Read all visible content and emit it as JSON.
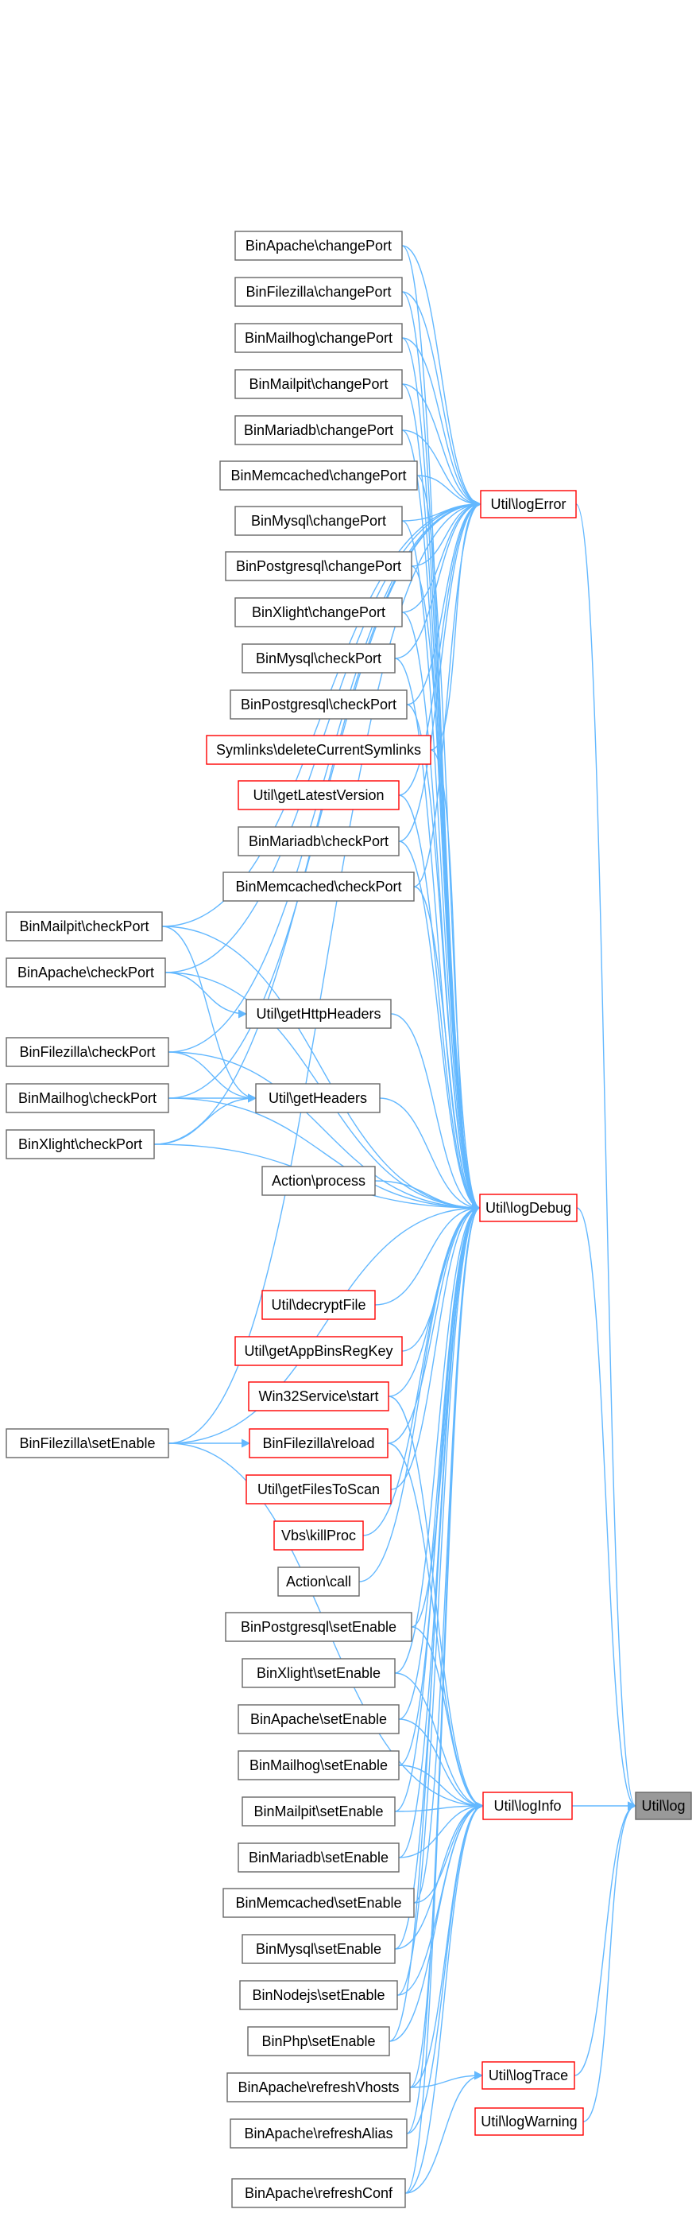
{
  "colors": {
    "edge": "#63b8ff",
    "node_border_normal": "#666666",
    "node_border_highlight": "#ff0000",
    "node_fill": "#ffffff",
    "target_fill": "#999999"
  },
  "nodes": [
    {
      "id": "n_apache_changeport",
      "label": "BinApache\\changePort",
      "style": "normal"
    },
    {
      "id": "n_filezilla_changeport",
      "label": "BinFilezilla\\changePort",
      "style": "normal"
    },
    {
      "id": "n_mailhog_changeport",
      "label": "BinMailhog\\changePort",
      "style": "normal"
    },
    {
      "id": "n_mailpit_changeport",
      "label": "BinMailpit\\changePort",
      "style": "normal"
    },
    {
      "id": "n_mariadb_changeport",
      "label": "BinMariadb\\changePort",
      "style": "normal"
    },
    {
      "id": "n_memcached_changeport",
      "label": "BinMemcached\\changePort",
      "style": "normal"
    },
    {
      "id": "n_mysql_changeport",
      "label": "BinMysql\\changePort",
      "style": "normal"
    },
    {
      "id": "n_postgresql_changeport",
      "label": "BinPostgresql\\changePort",
      "style": "normal"
    },
    {
      "id": "n_xlight_changeport",
      "label": "BinXlight\\changePort",
      "style": "normal"
    },
    {
      "id": "n_mysql_checkport",
      "label": "BinMysql\\checkPort",
      "style": "normal"
    },
    {
      "id": "n_postgresql_checkport",
      "label": "BinPostgresql\\checkPort",
      "style": "normal"
    },
    {
      "id": "n_symlinks_delete",
      "label": "Symlinks\\deleteCurrentSymlinks",
      "style": "highlight"
    },
    {
      "id": "n_util_getlatestversion",
      "label": "Util\\getLatestVersion",
      "style": "highlight"
    },
    {
      "id": "n_mariadb_checkport",
      "label": "BinMariadb\\checkPort",
      "style": "normal"
    },
    {
      "id": "n_memcached_checkport",
      "label": "BinMemcached\\checkPort",
      "style": "normal"
    },
    {
      "id": "n_mailpit_checkport",
      "label": "BinMailpit\\checkPort",
      "style": "normal"
    },
    {
      "id": "n_apache_checkport",
      "label": "BinApache\\checkPort",
      "style": "normal"
    },
    {
      "id": "n_util_gethttpheaders",
      "label": "Util\\getHttpHeaders",
      "style": "normal"
    },
    {
      "id": "n_filezilla_checkport",
      "label": "BinFilezilla\\checkPort",
      "style": "normal"
    },
    {
      "id": "n_util_getheaders",
      "label": "Util\\getHeaders",
      "style": "normal"
    },
    {
      "id": "n_mailhog_checkport",
      "label": "BinMailhog\\checkPort",
      "style": "normal"
    },
    {
      "id": "n_xlight_checkport",
      "label": "BinXlight\\checkPort",
      "style": "normal"
    },
    {
      "id": "n_action_process",
      "label": "Action\\process",
      "style": "normal"
    },
    {
      "id": "n_util_decryptfile",
      "label": "Util\\decryptFile",
      "style": "highlight"
    },
    {
      "id": "n_util_getappbinsregkey",
      "label": "Util\\getAppBinsRegKey",
      "style": "highlight"
    },
    {
      "id": "n_win32service_start",
      "label": "Win32Service\\start",
      "style": "highlight"
    },
    {
      "id": "n_filezilla_setenable",
      "label": "BinFilezilla\\setEnable",
      "style": "normal"
    },
    {
      "id": "n_filezilla_reload",
      "label": "BinFilezilla\\reload",
      "style": "highlight"
    },
    {
      "id": "n_util_getfilestoscan",
      "label": "Util\\getFilesToScan",
      "style": "highlight"
    },
    {
      "id": "n_vbs_killproc",
      "label": "Vbs\\killProc",
      "style": "highlight"
    },
    {
      "id": "n_action_call",
      "label": "Action\\call",
      "style": "normal"
    },
    {
      "id": "n_postgresql_setenable",
      "label": "BinPostgresql\\setEnable",
      "style": "normal"
    },
    {
      "id": "n_xlight_setenable",
      "label": "BinXlight\\setEnable",
      "style": "normal"
    },
    {
      "id": "n_apache_setenable",
      "label": "BinApache\\setEnable",
      "style": "normal"
    },
    {
      "id": "n_mailhog_setenable",
      "label": "BinMailhog\\setEnable",
      "style": "normal"
    },
    {
      "id": "n_mailpit_setenable",
      "label": "BinMailpit\\setEnable",
      "style": "normal"
    },
    {
      "id": "n_mariadb_setenable",
      "label": "BinMariadb\\setEnable",
      "style": "normal"
    },
    {
      "id": "n_memcached_setenable",
      "label": "BinMemcached\\setEnable",
      "style": "normal"
    },
    {
      "id": "n_mysql_setenable",
      "label": "BinMysql\\setEnable",
      "style": "normal"
    },
    {
      "id": "n_nodejs_setenable",
      "label": "BinNodejs\\setEnable",
      "style": "normal"
    },
    {
      "id": "n_php_setenable",
      "label": "BinPhp\\setEnable",
      "style": "normal"
    },
    {
      "id": "n_apache_refreshvhosts",
      "label": "BinApache\\refreshVhosts",
      "style": "normal"
    },
    {
      "id": "n_apache_refreshalias",
      "label": "BinApache\\refreshAlias",
      "style": "normal"
    },
    {
      "id": "n_apache_refreshconf",
      "label": "BinApache\\refreshConf",
      "style": "normal"
    },
    {
      "id": "n_logerror",
      "label": "Util\\logError",
      "style": "highlight"
    },
    {
      "id": "n_logdebug",
      "label": "Util\\logDebug",
      "style": "highlight"
    },
    {
      "id": "n_loginfo",
      "label": "Util\\logInfo",
      "style": "highlight"
    },
    {
      "id": "n_logtrace",
      "label": "Util\\logTrace",
      "style": "highlight"
    },
    {
      "id": "n_logwarning",
      "label": "Util\\logWarning",
      "style": "highlight"
    },
    {
      "id": "n_log",
      "label": "Util\\log",
      "style": "target"
    }
  ],
  "edges": [
    [
      "n_logerror",
      "n_log"
    ],
    [
      "n_logdebug",
      "n_log"
    ],
    [
      "n_loginfo",
      "n_log"
    ],
    [
      "n_logtrace",
      "n_log"
    ],
    [
      "n_logwarning",
      "n_log"
    ],
    [
      "n_apache_changeport",
      "n_logerror"
    ],
    [
      "n_filezilla_changeport",
      "n_logerror"
    ],
    [
      "n_mailhog_changeport",
      "n_logerror"
    ],
    [
      "n_mailpit_changeport",
      "n_logerror"
    ],
    [
      "n_mariadb_changeport",
      "n_logerror"
    ],
    [
      "n_memcached_changeport",
      "n_logerror"
    ],
    [
      "n_mysql_changeport",
      "n_logerror"
    ],
    [
      "n_postgresql_changeport",
      "n_logerror"
    ],
    [
      "n_xlight_changeport",
      "n_logerror"
    ],
    [
      "n_mysql_checkport",
      "n_logerror"
    ],
    [
      "n_postgresql_checkport",
      "n_logerror"
    ],
    [
      "n_symlinks_delete",
      "n_logerror"
    ],
    [
      "n_util_getlatestversion",
      "n_logerror"
    ],
    [
      "n_mariadb_checkport",
      "n_logerror"
    ],
    [
      "n_memcached_checkport",
      "n_logerror"
    ],
    [
      "n_mailpit_checkport",
      "n_logerror"
    ],
    [
      "n_apache_checkport",
      "n_logerror"
    ],
    [
      "n_filezilla_checkport",
      "n_logerror"
    ],
    [
      "n_mailhog_checkport",
      "n_logerror"
    ],
    [
      "n_xlight_checkport",
      "n_logerror"
    ],
    [
      "n_apache_changeport",
      "n_logdebug"
    ],
    [
      "n_filezilla_changeport",
      "n_logdebug"
    ],
    [
      "n_mailhog_changeport",
      "n_logdebug"
    ],
    [
      "n_mailpit_changeport",
      "n_logdebug"
    ],
    [
      "n_mariadb_changeport",
      "n_logdebug"
    ],
    [
      "n_memcached_changeport",
      "n_logdebug"
    ],
    [
      "n_mysql_changeport",
      "n_logdebug"
    ],
    [
      "n_postgresql_changeport",
      "n_logdebug"
    ],
    [
      "n_xlight_changeport",
      "n_logdebug"
    ],
    [
      "n_mysql_checkport",
      "n_logdebug"
    ],
    [
      "n_postgresql_checkport",
      "n_logdebug"
    ],
    [
      "n_symlinks_delete",
      "n_logdebug"
    ],
    [
      "n_util_getlatestversion",
      "n_logdebug"
    ],
    [
      "n_mariadb_checkport",
      "n_logdebug"
    ],
    [
      "n_memcached_checkport",
      "n_logdebug"
    ],
    [
      "n_mailpit_checkport",
      "n_logdebug"
    ],
    [
      "n_apache_checkport",
      "n_logdebug"
    ],
    [
      "n_util_gethttpheaders",
      "n_logdebug"
    ],
    [
      "n_filezilla_checkport",
      "n_logdebug"
    ],
    [
      "n_util_getheaders",
      "n_logdebug"
    ],
    [
      "n_mailhog_checkport",
      "n_logdebug"
    ],
    [
      "n_xlight_checkport",
      "n_logdebug"
    ],
    [
      "n_action_process",
      "n_logdebug"
    ],
    [
      "n_util_decryptfile",
      "n_logdebug"
    ],
    [
      "n_util_getappbinsregkey",
      "n_logdebug"
    ],
    [
      "n_win32service_start",
      "n_logdebug"
    ],
    [
      "n_filezilla_setenable",
      "n_logdebug"
    ],
    [
      "n_filezilla_reload",
      "n_logdebug"
    ],
    [
      "n_util_getfilestoscan",
      "n_logdebug"
    ],
    [
      "n_vbs_killproc",
      "n_logdebug"
    ],
    [
      "n_action_call",
      "n_logdebug"
    ],
    [
      "n_postgresql_setenable",
      "n_logdebug"
    ],
    [
      "n_xlight_setenable",
      "n_logdebug"
    ],
    [
      "n_apache_setenable",
      "n_logdebug"
    ],
    [
      "n_mailhog_setenable",
      "n_logdebug"
    ],
    [
      "n_mailpit_setenable",
      "n_logdebug"
    ],
    [
      "n_mariadb_setenable",
      "n_logdebug"
    ],
    [
      "n_memcached_setenable",
      "n_logdebug"
    ],
    [
      "n_mysql_setenable",
      "n_logdebug"
    ],
    [
      "n_nodejs_setenable",
      "n_logdebug"
    ],
    [
      "n_php_setenable",
      "n_logdebug"
    ],
    [
      "n_apache_refreshvhosts",
      "n_logdebug"
    ],
    [
      "n_apache_refreshalias",
      "n_logdebug"
    ],
    [
      "n_apache_refreshconf",
      "n_logdebug"
    ],
    [
      "n_apache_checkport",
      "n_util_gethttpheaders"
    ],
    [
      "n_mailpit_checkport",
      "n_util_getheaders"
    ],
    [
      "n_filezilla_checkport",
      "n_util_getheaders"
    ],
    [
      "n_mailhog_checkport",
      "n_util_getheaders"
    ],
    [
      "n_xlight_checkport",
      "n_util_getheaders"
    ],
    [
      "n_filezilla_setenable",
      "n_filezilla_reload"
    ],
    [
      "n_win32service_start",
      "n_loginfo"
    ],
    [
      "n_filezilla_reload",
      "n_loginfo"
    ],
    [
      "n_postgresql_setenable",
      "n_loginfo"
    ],
    [
      "n_xlight_setenable",
      "n_loginfo"
    ],
    [
      "n_apache_setenable",
      "n_loginfo"
    ],
    [
      "n_mailhog_setenable",
      "n_loginfo"
    ],
    [
      "n_mailpit_setenable",
      "n_loginfo"
    ],
    [
      "n_mariadb_setenable",
      "n_loginfo"
    ],
    [
      "n_memcached_setenable",
      "n_loginfo"
    ],
    [
      "n_mysql_setenable",
      "n_loginfo"
    ],
    [
      "n_nodejs_setenable",
      "n_loginfo"
    ],
    [
      "n_php_setenable",
      "n_loginfo"
    ],
    [
      "n_apache_refreshvhosts",
      "n_loginfo"
    ],
    [
      "n_apache_refreshalias",
      "n_loginfo"
    ],
    [
      "n_apache_refreshconf",
      "n_loginfo"
    ],
    [
      "n_apache_refreshvhosts",
      "n_logtrace"
    ],
    [
      "n_apache_refreshconf",
      "n_logtrace"
    ],
    [
      "n_filezilla_setenable",
      "n_loginfo"
    ],
    [
      "n_filezilla_setenable",
      "n_logerror"
    ]
  ]
}
